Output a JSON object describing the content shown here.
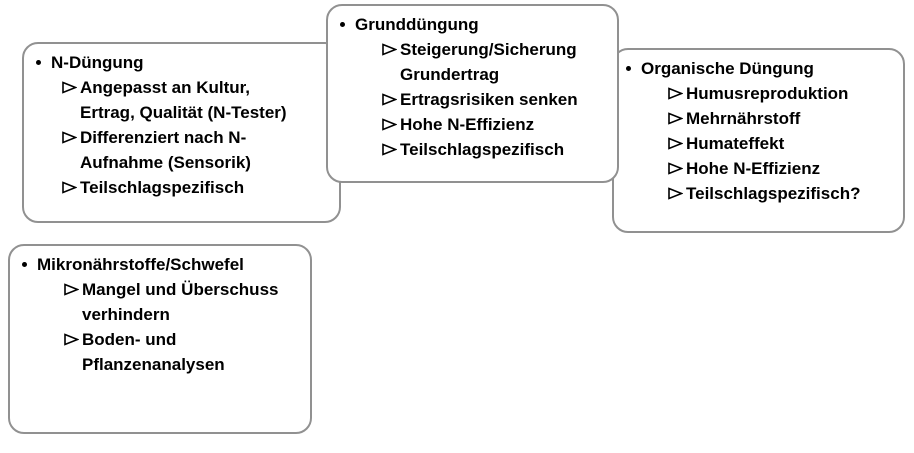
{
  "style": {
    "border_color": "#919191",
    "text_color": "#000000",
    "box_background": "#ffffff",
    "page_background": "#ffffff"
  },
  "boxes": [
    {
      "title": "N-Düngung",
      "items": [
        "Angepasst an Kultur,\nErtrag, Qualität (N-Tester)",
        "Differenziert nach N-\nAufnahme (Sensorik)",
        "Teilschlagspezifisch"
      ]
    },
    {
      "title": "Grunddüngung",
      "items": [
        "Steigerung/Sicherung\nGrundertrag",
        "Ertragsrisiken senken",
        "Hohe N-Effizienz",
        "Teilschlagspezifisch"
      ]
    },
    {
      "title": "Organische Düngung",
      "items": [
        "Humusreproduktion",
        "Mehrnährstoff",
        "Humateffekt",
        "Hohe N-Effizienz",
        "Teilschlagspezifisch?"
      ]
    },
    {
      "title": "Mikronährstoffe/Schwefel",
      "items": [
        "Mangel und Überschuss\nverhindern",
        "Boden- und\nPflanzenanalysen"
      ]
    }
  ]
}
